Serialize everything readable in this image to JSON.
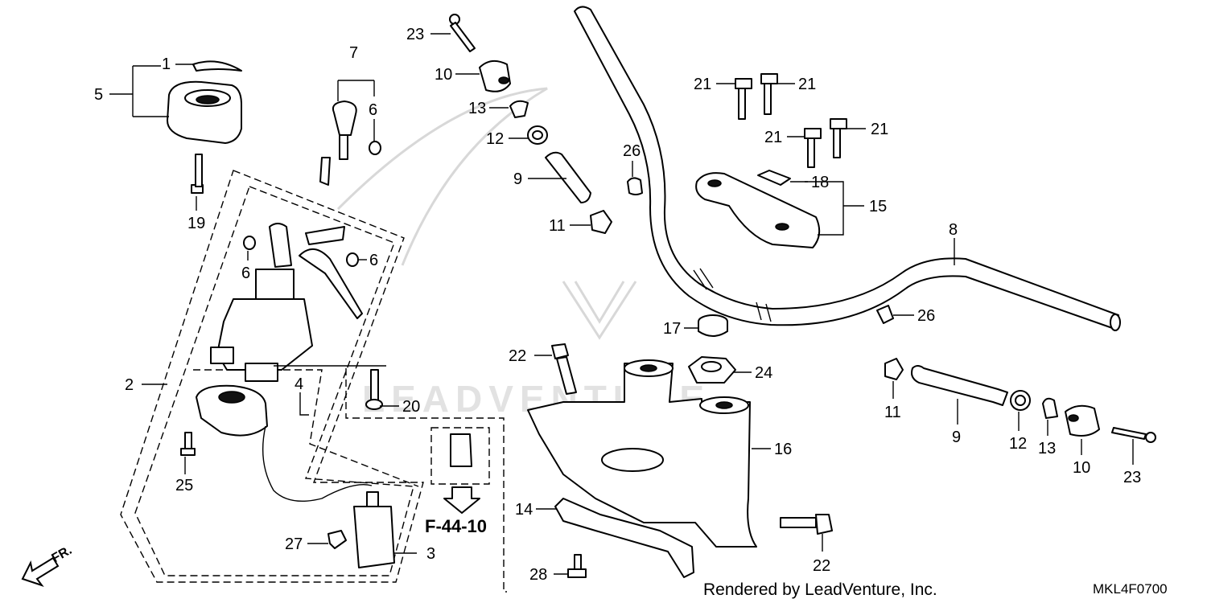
{
  "diagram": {
    "callouts": {
      "c1": "1",
      "c5": "5",
      "c7": "7",
      "c6a": "6",
      "c19": "19",
      "c6b": "6",
      "c6c": "6",
      "c2": "2",
      "c4": "4",
      "c20": "20",
      "c25": "25",
      "c27": "27",
      "c3": "3",
      "c23a": "23",
      "c10a": "10",
      "c13a": "13",
      "c12a": "12",
      "c9a": "9",
      "c11a": "11",
      "c26a": "26",
      "c22a": "22",
      "c17": "17",
      "c24": "24",
      "c16": "16",
      "c14": "14",
      "c28": "28",
      "c22b": "22",
      "c21a": "21",
      "c21b": "21",
      "c21c": "21",
      "c21d": "21",
      "c18": "18",
      "c15": "15",
      "c8": "8",
      "c26b": "26",
      "c11b": "11",
      "c9b": "9",
      "c12b": "12",
      "c13b": "13",
      "c10b": "10",
      "c23b": "23"
    },
    "reference": "F-44-10",
    "direction": "FR.",
    "credit": "Rendered by LeadVenture, Inc.",
    "drawing_code": "MKL4F0700",
    "watermark": "LEADVENTURE"
  }
}
